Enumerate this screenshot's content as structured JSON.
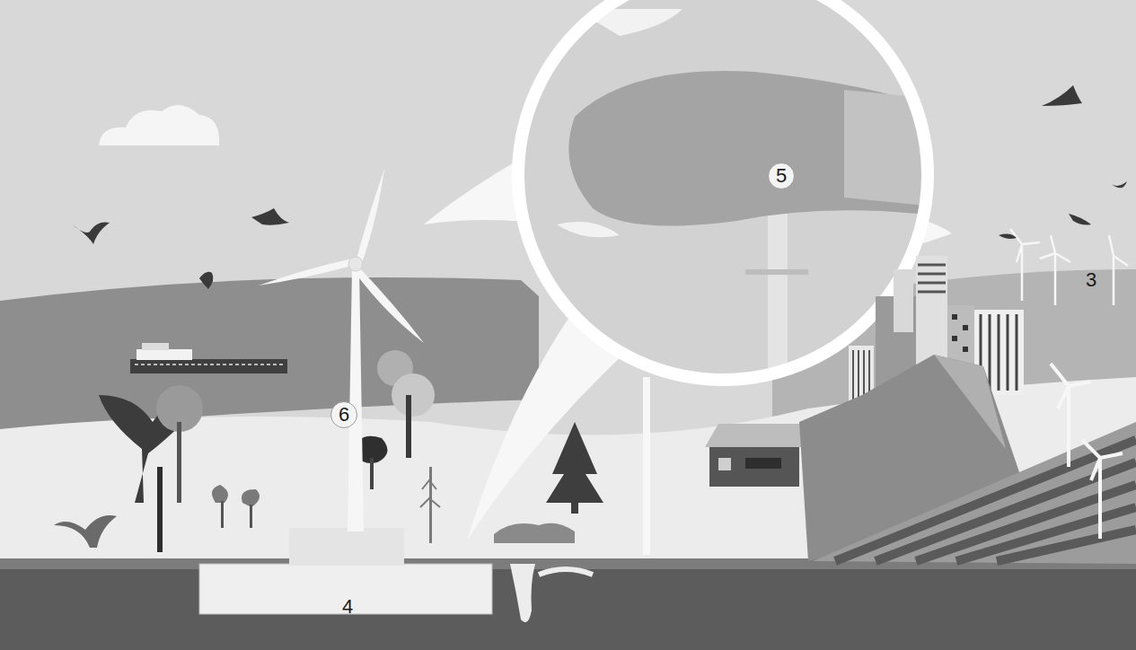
{
  "diagram": {
    "labels": [
      "5",
      "3",
      "6",
      "4"
    ]
  }
}
